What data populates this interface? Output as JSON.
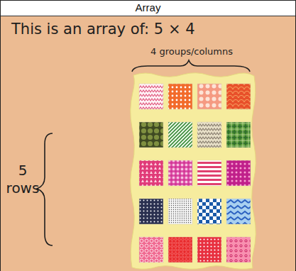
{
  "diagram": {
    "title": "Array",
    "labels": [
      "This is an array of: 5 × 4",
      "4 groups/columns",
      "5 rows"
    ]
  }
}
